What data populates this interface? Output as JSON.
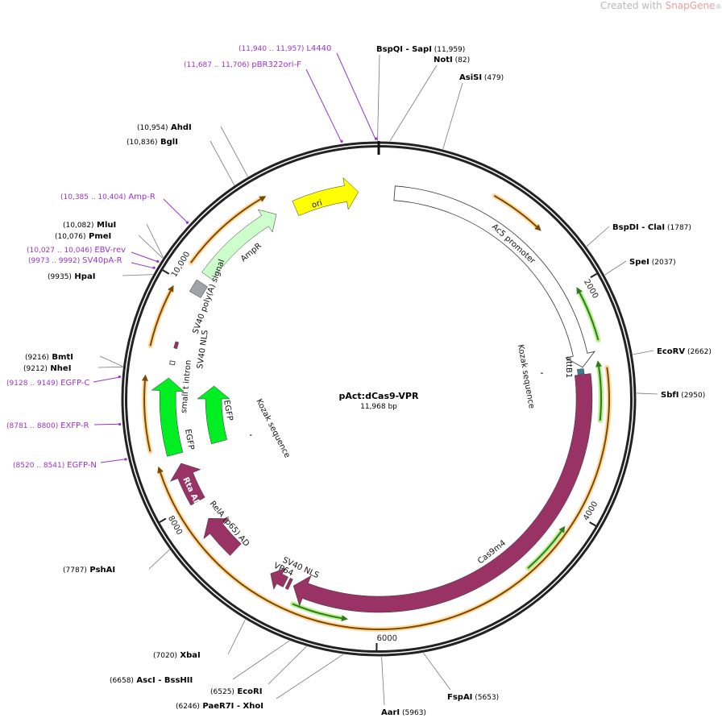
{
  "watermark": {
    "prefix": "Created with ",
    "brand": "SnapGene",
    "reg": "®"
  },
  "plasmid": {
    "name": "pAct:dCas9-VPR",
    "length_bp": 11968,
    "length_label": "11,968 bp"
  },
  "ticks": [
    {
      "bp": 2000,
      "label": "2000"
    },
    {
      "bp": 4000,
      "label": "4000"
    },
    {
      "bp": 6000,
      "label": "6000"
    },
    {
      "bp": 8000,
      "label": "8000"
    },
    {
      "bp": 10000,
      "label": "10,000"
    }
  ],
  "features": [
    {
      "name": "ori",
      "start": 11184,
      "end": 11782,
      "strand": 1,
      "color": "#ffff00"
    },
    {
      "name": "Ac5 promoter",
      "start": 146,
      "end": 2700,
      "strand": 1,
      "color": "#ffffff"
    },
    {
      "name": "attB1",
      "start": 2712,
      "end": 2760,
      "strand": 0,
      "color": "#3a7f8f"
    },
    {
      "name": "Cas9m4",
      "start": 2765,
      "end": 6800,
      "strand": 1,
      "color": "#993366"
    },
    {
      "name": "SV40 NLS",
      "start": 6830,
      "end": 6858,
      "strand": 0,
      "color": "#993366"
    },
    {
      "name": "VP64",
      "start": 6880,
      "end": 7040,
      "strand": 1,
      "color": "#993366"
    },
    {
      "name": "RelA (p65) AD",
      "start": 7430,
      "end": 7810,
      "strand": 1,
      "color": "#993366"
    },
    {
      "name": "Rta AD",
      "start": 7995,
      "end": 8376,
      "strand": 1,
      "color": "#993366"
    },
    {
      "name": "EGFP",
      "start": 8470,
      "end": 9165,
      "strand": 1,
      "color": "#00ee22"
    },
    {
      "name": "small t intron",
      "start": 9290,
      "end": 9320,
      "strand": 0,
      "color": "#ffffff"
    },
    {
      "name": "SV40 NLS",
      "start": 9440,
      "end": 9500,
      "strand": 0,
      "color": "#993366"
    },
    {
      "name": "SV40 poly(A) signal",
      "start": 9960,
      "end": 10080,
      "strand": 0,
      "color": "#a0a4a8"
    },
    {
      "name": "AmpR",
      "start": 10160,
      "end": 11003,
      "strand": 1,
      "color": "#ccffcc"
    },
    {
      "name": "EGFP",
      "start": 8476,
      "end": 9125,
      "strand": 1,
      "color": "#00ee22"
    },
    {
      "name": "Kozak sequence",
      "start": 2690,
      "end": 2700,
      "strand": 0,
      "color": "#555555"
    },
    {
      "name": "Kozak sequence",
      "start": 8445,
      "end": 8455,
      "strand": 0,
      "color": "#555555"
    }
  ],
  "orfs": [
    {
      "start": 10170,
      "end": 11003,
      "strand": 1,
      "color": "#e0a030"
    },
    {
      "start": 985,
      "end": 1465,
      "strand": 1,
      "color": "#e0a030"
    },
    {
      "start": 2012,
      "end": 2493,
      "strand": -1,
      "color": "#4a9a2a"
    },
    {
      "start": 2660,
      "end": 3178,
      "strand": -1,
      "color": "#4a9a2a"
    },
    {
      "start": 2730,
      "end": 8410,
      "strand": 1,
      "color": "#e0a030"
    },
    {
      "start": 4132,
      "end": 4608,
      "strand": -1,
      "color": "#4a9a2a"
    },
    {
      "start": 6247,
      "end": 6742,
      "strand": -1,
      "color": "#4a9a2a"
    },
    {
      "start": 8545,
      "end": 9175,
      "strand": 1,
      "color": "#e0a030"
    },
    {
      "start": 9410,
      "end": 9940,
      "strand": 1,
      "color": "#e0a030"
    }
  ],
  "enzymes": [
    {
      "name": "BspQI",
      "name2": "SapI",
      "pos": "(11,959)",
      "bp": 11959
    },
    {
      "name": "NotI",
      "pos": "(82)",
      "bp": 82
    },
    {
      "name": "AsiSI",
      "pos": "(479)",
      "bp": 479
    },
    {
      "name": "BspDI",
      "name2": "ClaI",
      "pos": "(1787)",
      "bp": 1787
    },
    {
      "name": "SpeI",
      "pos": "(2037)",
      "bp": 2037
    },
    {
      "name": "EcoRV",
      "pos": "(2662)",
      "bp": 2662
    },
    {
      "name": "SbfI",
      "pos": "(2950)",
      "bp": 2950
    },
    {
      "name": "FspAI",
      "pos": "(5653)",
      "bp": 5653
    },
    {
      "name": "AarI",
      "pos": "(5963)",
      "bp": 5963
    },
    {
      "name": "PaeR7I",
      "name2": "XhoI",
      "pos": "(6246)",
      "bp": 6246
    },
    {
      "name": "EcoRI",
      "pos": "(6525)",
      "bp": 6525
    },
    {
      "name": "AscI",
      "name2": "BssHII",
      "pos": "(6658)",
      "bp": 6658
    },
    {
      "name": "XbaI",
      "pos": "(7020)",
      "bp": 7020
    },
    {
      "name": "PshAI",
      "pos": "(7787)",
      "bp": 7787
    },
    {
      "name": "NheI",
      "pos": "(9212)",
      "bp": 9212
    },
    {
      "name": "BmtI",
      "pos": "(9216)",
      "bp": 9216
    },
    {
      "name": "HpaI",
      "pos": "(9935)",
      "bp": 9935
    },
    {
      "name": "PmeI",
      "pos": "(10,076)",
      "bp": 10076
    },
    {
      "name": "MluI",
      "pos": "(10,082)",
      "bp": 10082
    },
    {
      "name": "BglI",
      "pos": "(10,836)",
      "bp": 10836
    },
    {
      "name": "AhdI",
      "pos": "(10,954)",
      "bp": 10954
    }
  ],
  "primers": [
    {
      "name": "L4440",
      "range": "(11,940 .. 11,957)",
      "bp": 11948
    },
    {
      "name": "pBR322ori-F",
      "range": "(11,687 .. 11,706)",
      "bp": 11696
    },
    {
      "name": "Amp-R",
      "range": "(10,385 .. 10,404)",
      "bp": 10394
    },
    {
      "name": "EBV-rev",
      "range": "(10,027 .. 10,046)",
      "bp": 10036
    },
    {
      "name": "SV40pA-R",
      "range": "(9973 .. 9992)",
      "bp": 9982
    },
    {
      "name": "EGFP-C",
      "range": "(9128 .. 9149)",
      "bp": 9138
    },
    {
      "name": "EXFP-R",
      "range": "(8781 .. 8800)",
      "bp": 8790
    },
    {
      "name": "EGFP-N",
      "range": "(8520 .. 8541)",
      "bp": 8530
    }
  ]
}
